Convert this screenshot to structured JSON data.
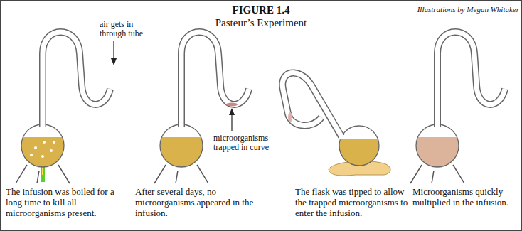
{
  "diagram": {
    "title": "FIGURE 1.4",
    "labels": [
      "Pasteur’s Experiment",
      "Illustrations by Megan Whitaker",
      "air gets in through tube",
      "microorganisms trapped in curve",
      "The infusion was boiled for a long time to kill all microorganisms present.",
      "After several days, no microorganisms appeared in the infusion.",
      "The flask was tipped to allow the trapped microorganisms to enter the infusion.",
      "Microorganisms quickly multiplied in the infusion."
    ]
  }
}
